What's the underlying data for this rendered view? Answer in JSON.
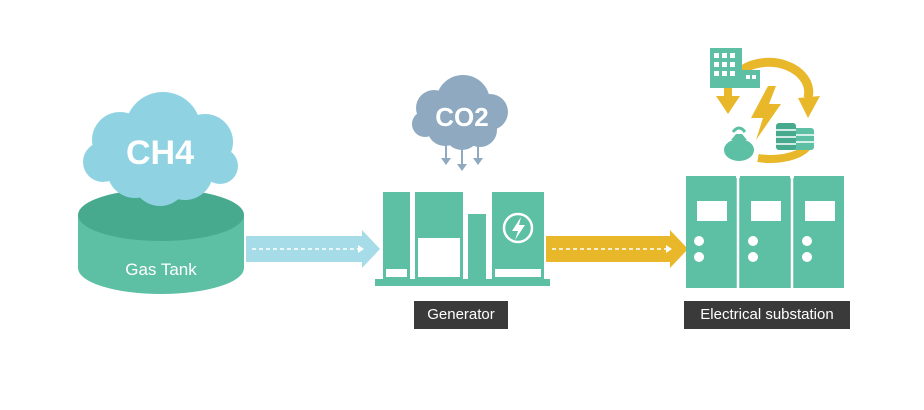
{
  "gas_tank": {
    "cloud_text": "CH4",
    "label": "Gas Tank"
  },
  "generator": {
    "cloud_text": "CO2",
    "label": "Generator"
  },
  "substation": {
    "label": "Electrical substation"
  },
  "colors": {
    "teal": "#5dbfa3",
    "teal_dark": "#3f9f86",
    "light_blue_cloud": "#8fd3e3",
    "gray_blue_cloud": "#8ea9c0",
    "arrow_blue": "#a6dbe8",
    "arrow_gold": "#e9b82a",
    "label_bg": "#3a3a3a"
  },
  "icons": [
    "building-icon",
    "lightning-icon",
    "money-bag-icon",
    "coins-icon",
    "cycle-arrows-icon",
    "down-arrows-icon"
  ]
}
